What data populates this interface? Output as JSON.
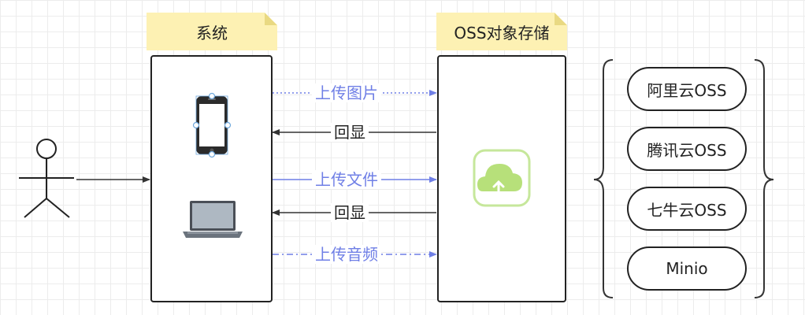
{
  "system_label": "系统",
  "oss_label": "OSS对象存储",
  "arrows": {
    "upload_image": "上传图片",
    "echo_1": "回显",
    "upload_file": "上传文件",
    "echo_2": "回显",
    "upload_audio": "上传音频"
  },
  "providers": [
    "阿里云OSS",
    "腾讯云OSS",
    "七牛云OSS",
    "Minio"
  ],
  "icons": {
    "actor": "user-stick-figure-icon",
    "phone": "smartphone-icon",
    "laptop": "laptop-icon",
    "cloud": "cloud-upload-icon"
  },
  "colors": {
    "blue_line": "#6f7fe6",
    "dark_line": "#333333",
    "note_bg": "#fdf1b3",
    "cloud_green": "#b7e07a"
  }
}
